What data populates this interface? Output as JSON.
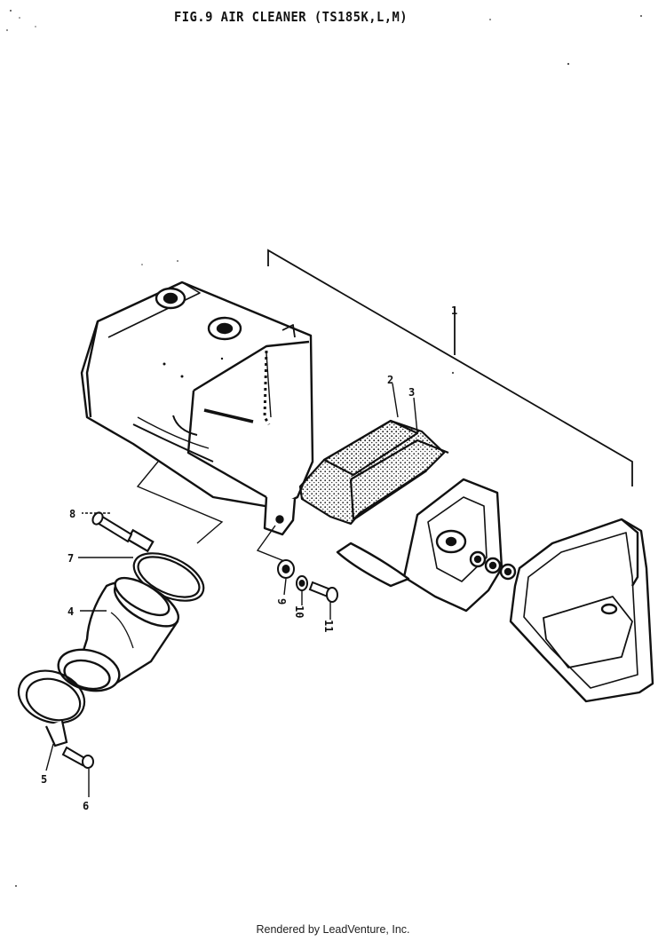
{
  "header": {
    "title": "FIG.9  AIR CLEANER (TS185K,L,M)"
  },
  "footer": {
    "text": "Rendered by LeadVenture, Inc."
  },
  "callouts": [
    "1",
    "2",
    "3",
    "4",
    "5",
    "6",
    "7",
    "8",
    "9",
    "10",
    "11"
  ]
}
